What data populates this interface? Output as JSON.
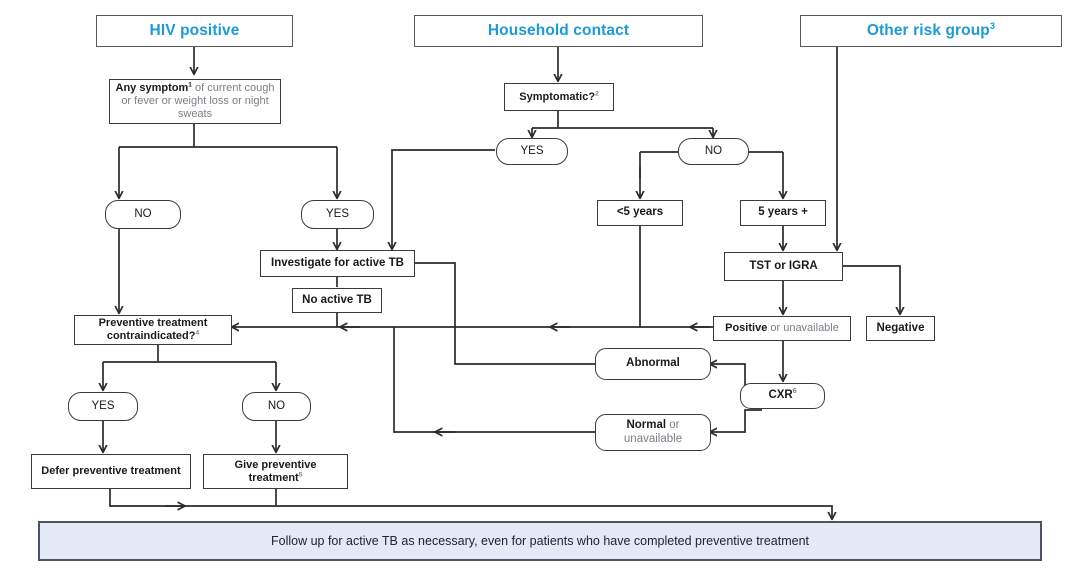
{
  "diagram": {
    "title": "TB preventive treatment algorithm",
    "accent_color": "#1b9ad6",
    "banner_fill": "#e3e9f7",
    "line_color": "#2b2b2b",
    "headers": {
      "hiv": "HIV positive",
      "household": "Household contact",
      "other_risk": "Other risk group",
      "other_risk_sup": "3"
    },
    "nodes": {
      "any_symptom_bold": "Any symptom",
      "any_symptom_sup": "1",
      "any_symptom_rest": " of current cough or fever or weight loss or night sweats",
      "symptomatic": "Symptomatic?",
      "symptomatic_sup": "2",
      "hiv_no": "NO",
      "hiv_yes": "YES",
      "hh_yes": "YES",
      "hh_no": "NO",
      "under5": "<5 years",
      "over5": "5 years +",
      "tst_igra": "TST or IGRA",
      "positive_bold": "Positive",
      "positive_rest": " or unavailable",
      "negative": "Negative",
      "investigate": "Investigate for active TB",
      "no_active_tb": "No active TB",
      "contraindicated": "Preventive treatment contraindicated?",
      "contraindicated_sup": "4",
      "ct_yes": "YES",
      "ct_no": "NO",
      "defer": "Defer preventive treatment",
      "give_bold": "Give preventive treatment",
      "give_sup": "5",
      "cxr": "CXR",
      "cxr_sup": "6",
      "abnormal": "Abnormal",
      "normal_bold": "Normal",
      "normal_rest": " or",
      "normal_line2": "unavailable"
    },
    "banner": "Follow up for active TB as necessary, even for patients who have completed preventive treatment"
  }
}
